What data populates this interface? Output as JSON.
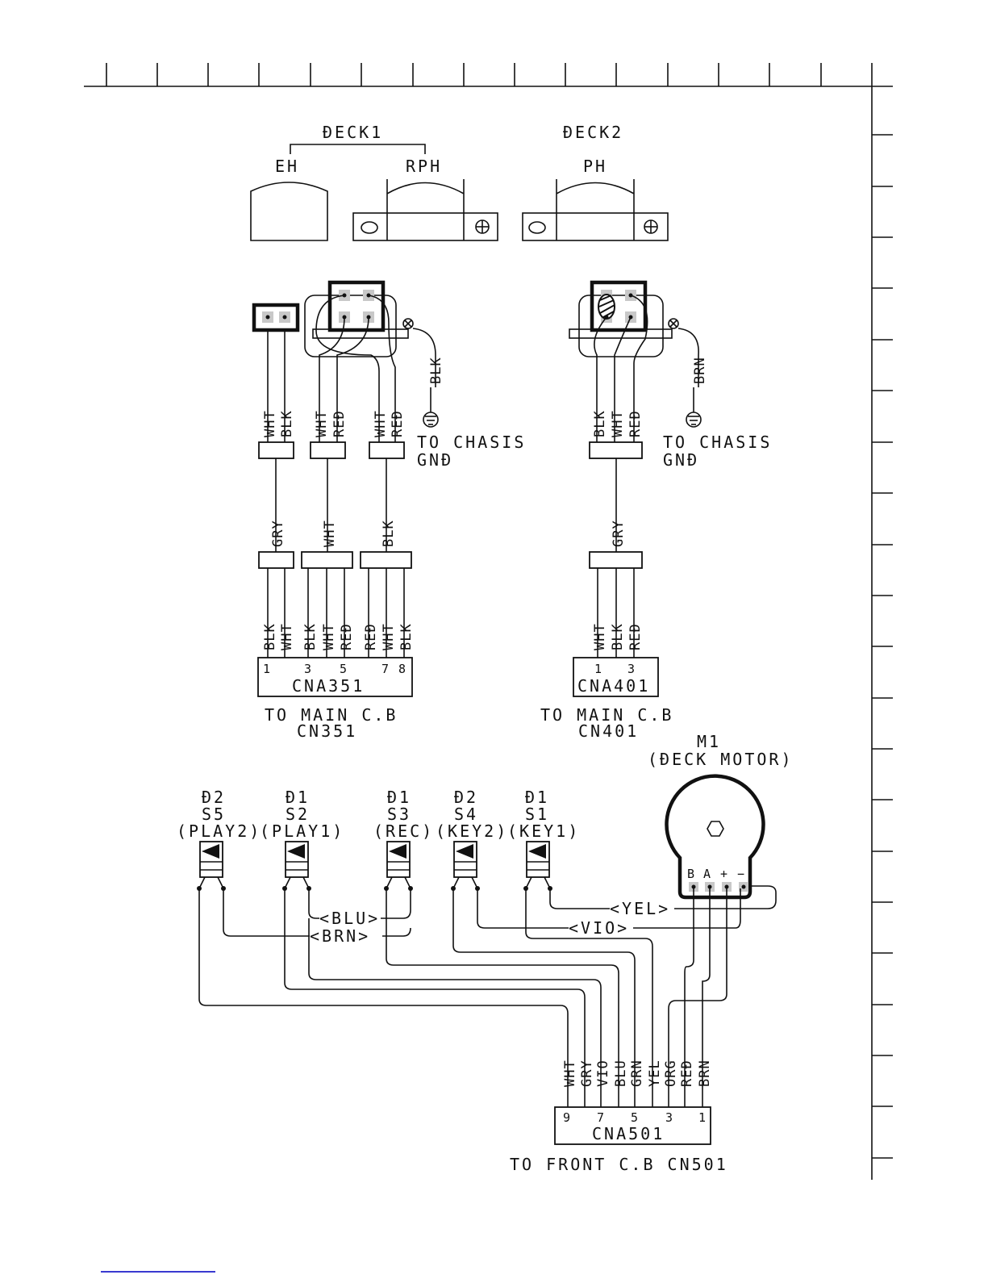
{
  "deck1": {
    "title": "ĐECK1",
    "heads": [
      "EH",
      "RPH"
    ]
  },
  "deck2": {
    "title": "ĐECK2",
    "heads": [
      "PH"
    ]
  },
  "wire_colors": {
    "eh": [
      "WHT",
      "BLK"
    ],
    "rph_a": [
      "WHT",
      "REĐ"
    ],
    "rph_b": [
      "WHT",
      "REĐ"
    ],
    "gnd1": "BLK",
    "deck1_shields": [
      "GRY",
      "WHT",
      "BLK"
    ],
    "cna351_g1": [
      "BLK",
      "WHT"
    ],
    "cna351_g2": [
      "BLK",
      "WHT",
      "REĐ"
    ],
    "cna351_g3": [
      "REĐ",
      "WHT",
      "BLK"
    ],
    "ph": [
      "BLK",
      "WHT",
      "REĐ"
    ],
    "gnd2": "BRN",
    "deck2_shield": "GRY",
    "cna401": [
      "WHT",
      "BLK",
      "REĐ"
    ],
    "cna501": [
      "WHT",
      "GRY",
      "VIO",
      "BLU",
      "GRN",
      "YEL",
      "ORG",
      "REĐ",
      "BRN"
    ]
  },
  "ground1": {
    "line1": "TO CHASIS",
    "line2": "GNĐ"
  },
  "ground2": {
    "line1": "TO CHASIS",
    "line2": "GNĐ"
  },
  "cna351": {
    "name": "CNA351",
    "pins": [
      "1",
      "3",
      "5",
      "7",
      "8"
    ],
    "dest1": "TO MAIN C.B",
    "dest2": "CN351"
  },
  "cna401": {
    "name": "CNA401",
    "pins": [
      "1",
      "3"
    ],
    "dest1": "TO MAIN C.B",
    "dest2": "CN401"
  },
  "motor": {
    "ref": "M1",
    "desc": "(ĐECK MOTOR)",
    "terminals": [
      "B",
      "A",
      "+",
      "−"
    ]
  },
  "switches": [
    {
      "deck": "Đ2",
      "ref": "S5",
      "func": "(PLAY2)"
    },
    {
      "deck": "Đ1",
      "ref": "S2",
      "func": "(PLAY1)"
    },
    {
      "deck": "Đ1",
      "ref": "S3",
      "func": "(REC)"
    },
    {
      "deck": "Đ2",
      "ref": "S4",
      "func": "(KEY2)"
    },
    {
      "deck": "Đ1",
      "ref": "S1",
      "func": "(KEY1)"
    }
  ],
  "bus_labels": {
    "blu": "<BLU>",
    "brn": "<BRN>",
    "yel": "<YEL>",
    "vio": "<VIO>"
  },
  "cna501": {
    "name": "CNA501",
    "pins": [
      "9",
      "7",
      "5",
      "3",
      "1"
    ],
    "dest": "TO FRONT C.B CN501"
  }
}
